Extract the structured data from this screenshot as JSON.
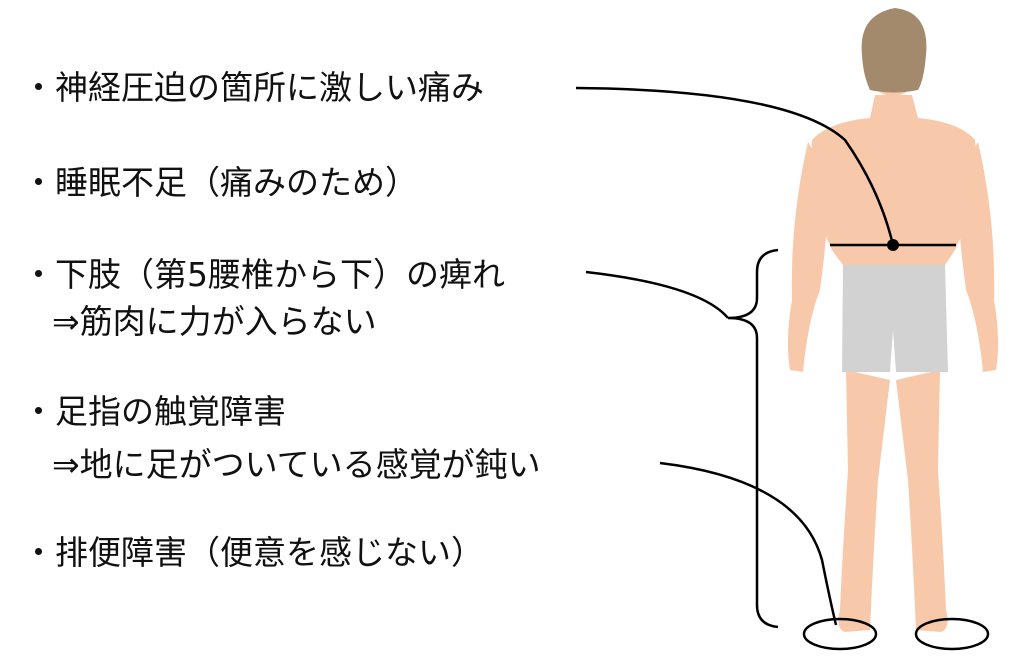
{
  "items": [
    {
      "bullet": "・",
      "text": "神経圧迫の箇所に激しい痛み"
    },
    {
      "bullet": "・",
      "text": "睡眠不足（痛みのため）"
    },
    {
      "bullet": "・",
      "text": "下肢（第5腰椎から下）の痺れ",
      "detail": "⇒筋肉に力が入らない"
    },
    {
      "bullet": "・",
      "text": "足指の触覚障害",
      "detail": "⇒地に足がついている感覚が鈍い"
    },
    {
      "bullet": "・",
      "text": "排便障害（便意を感じない）"
    }
  ],
  "colors": {
    "skin": "#f7c9aa",
    "hair": "#a48a6c",
    "shorts": "#d2d2d2",
    "line": "#000000"
  }
}
